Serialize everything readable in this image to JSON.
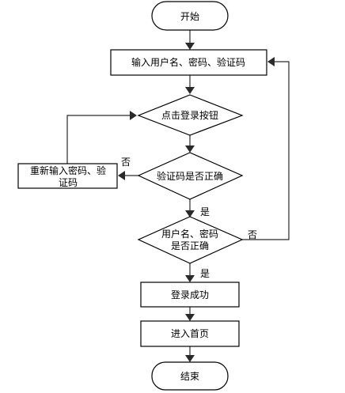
{
  "nodes": {
    "start": "开始",
    "input": "输入用户名、密码、验证码",
    "click_login": "点击登录按钮",
    "check_captcha": "验证码是否正确",
    "check_user": [
      "用户名、密码",
      "是否正确"
    ],
    "reinput": [
      "重新输入密码、验",
      "证码"
    ],
    "success": "登录成功",
    "home": "进入首页",
    "end": "结束"
  },
  "edge_labels": {
    "captcha_no": "否",
    "captcha_yes": "是",
    "user_no": "否",
    "user_yes": "是"
  }
}
